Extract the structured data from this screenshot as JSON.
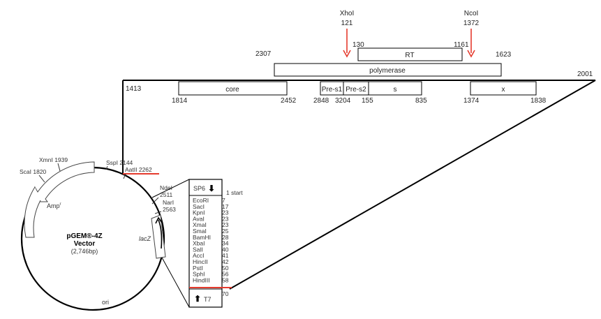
{
  "top_map": {
    "sites": [
      {
        "name": "XhoI",
        "pos": "121"
      },
      {
        "name": "NcoI",
        "pos": "1372"
      }
    ],
    "corner_left": "1413",
    "corner_right": "2001",
    "genes": {
      "rt": {
        "label": "RT",
        "start": "130",
        "end": "1161"
      },
      "polymerase": {
        "label": "polymerase",
        "start": "2307",
        "end": "1623"
      },
      "core": {
        "label": "core",
        "start": "1814",
        "end": "2452"
      },
      "pres1": {
        "label": "Pre-s1",
        "start": "2848"
      },
      "pres2": {
        "label": "Pre-s2",
        "start": "3204"
      },
      "s": {
        "label": "s",
        "start": "155",
        "end": "835"
      },
      "x": {
        "label": "x",
        "start": "1374",
        "end": "1838"
      }
    }
  },
  "plasmid": {
    "name": "pGEM®-4Z",
    "name_line2": "Vector",
    "size": "(2,746bp)",
    "sites": {
      "xmni": "XmnI 1939",
      "scai": "ScaI 1820",
      "sspi": "SspI 2144",
      "aatii": "AatII 2262",
      "ndei": "NdeI",
      "ndei_pos": "2511",
      "nari": "NarI",
      "nari_pos": "2563"
    },
    "amp_label": "Amp",
    "amp_sup": "r",
    "lacz_label": "lacZ",
    "ori_label": "ori"
  },
  "mcs": {
    "top_promoter": "SP6",
    "top_arrow": "⬇",
    "bottom_promoter": "T7",
    "bottom_arrow": "⬆",
    "start_label": "1 start",
    "sites": [
      {
        "name": "EcoRI",
        "pos": "7"
      },
      {
        "name": "SacI",
        "pos": "17"
      },
      {
        "name": "KpnI",
        "pos": "23"
      },
      {
        "name": "AvaI",
        "pos": "23"
      },
      {
        "name": "XmaI",
        "pos": "23"
      },
      {
        "name": "SmaI",
        "pos": "25"
      },
      {
        "name": "BamHI",
        "pos": "28"
      },
      {
        "name": "XbaI",
        "pos": "34"
      },
      {
        "name": "SalI",
        "pos": "40"
      },
      {
        "name": "AccI",
        "pos": "41"
      },
      {
        "name": "HincII",
        "pos": "42"
      },
      {
        "name": "PstI",
        "pos": "50"
      },
      {
        "name": "SphI",
        "pos": "56"
      },
      {
        "name": "HindIII",
        "pos": "58"
      }
    ],
    "end_pos": "70"
  },
  "colors": {
    "arrow": "#e53b2e",
    "insert_line": "#e53b2e",
    "stroke": "#000000"
  }
}
